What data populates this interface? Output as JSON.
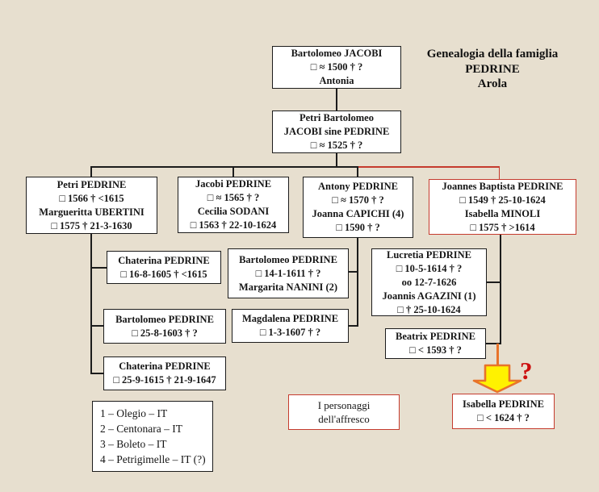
{
  "title": {
    "lines": [
      "Genealogia della famiglia",
      "PEDRINE",
      "Arola"
    ]
  },
  "persons": {
    "bartolomeo_jacobi": {
      "lines": [
        "Bartolomeo JACOBI",
        "□ ≈ 1500  † ?",
        "Antonia"
      ]
    },
    "petri_bartolomeo": {
      "lines": [
        "Petri Bartolomeo",
        "JACOBI sine PEDRINE",
        "□ ≈ 1525  † ?"
      ]
    },
    "petri": {
      "lines": [
        "Petri PEDRINE",
        "□ 1566 † <1615",
        "Margueritta UBERTINI",
        "□ 1575 † 21-3-1630"
      ]
    },
    "jacobi": {
      "lines": [
        "Jacobi PEDRINE",
        "□ ≈ 1565  † ?",
        "Cecilia SODANI",
        "□ 1563  † 22-10-1624"
      ]
    },
    "antony": {
      "lines": [
        "Antony PEDRINE",
        "□ ≈ 1570  † ?",
        "Joanna CAPICHI (4)",
        "□ 1590 † ?"
      ]
    },
    "joannes_baptista": {
      "lines": [
        "Joannes Baptista PEDRINE",
        "□ 1549 † 25-10-1624",
        "Isabella MINOLI",
        "□ 1575 † >1614"
      ],
      "highlighted": true
    },
    "chaterina_1605": {
      "lines": [
        "Chaterina PEDRINE",
        "□ 16-8-1605 † <1615"
      ]
    },
    "bartolomeo_1611": {
      "lines": [
        "Bartolomeo PEDRINE",
        "□ 14-1-1611 † ?",
        "Margarita NANINI (2)"
      ]
    },
    "lucretia": {
      "lines": [
        "Lucretia PEDRINE",
        "□ 10-5-1614 † ?",
        "oo 12-7-1626",
        "Joannis AGAZINI (1)",
        "□  † 25-10-1624"
      ]
    },
    "bartolomeo_1603": {
      "lines": [
        "Bartolomeo PEDRINE",
        "□ 25-8-1603 † ?"
      ]
    },
    "magdalena": {
      "lines": [
        "Magdalena PEDRINE",
        "□ 1-3-1607 † ?"
      ]
    },
    "chaterina_1615": {
      "lines": [
        "Chaterina PEDRINE",
        "□ 25-9-1615 † 21-9-1647"
      ]
    },
    "beatrix": {
      "lines": [
        "Beatrix PEDRINE",
        "□ < 1593 † ?"
      ]
    },
    "isabella": {
      "lines": [
        "Isabella PEDRINE",
        "□ < 1624 † ?"
      ],
      "highlighted": true
    }
  },
  "legend": {
    "items": [
      "1 – Olegio – IT",
      "2 – Centonara – IT",
      "3 – Boleto – IT",
      "4 – Petrigimelle – IT (?)"
    ]
  },
  "fresco_label": {
    "lines": [
      "I personaggi",
      "dell'affresco"
    ]
  },
  "uncertain_link_label": "?",
  "symbols": {
    "birth": "□",
    "approx": "≈",
    "death": "†",
    "marriage": "oo"
  },
  "colors": {
    "background": "#e7dfcf",
    "box_border": "#1c1c1c",
    "highlight_red": "#c53b2e",
    "arrow_yellow": "#fff200",
    "arrow_orange": "#e8732a",
    "question_red": "#cc0f0f"
  }
}
